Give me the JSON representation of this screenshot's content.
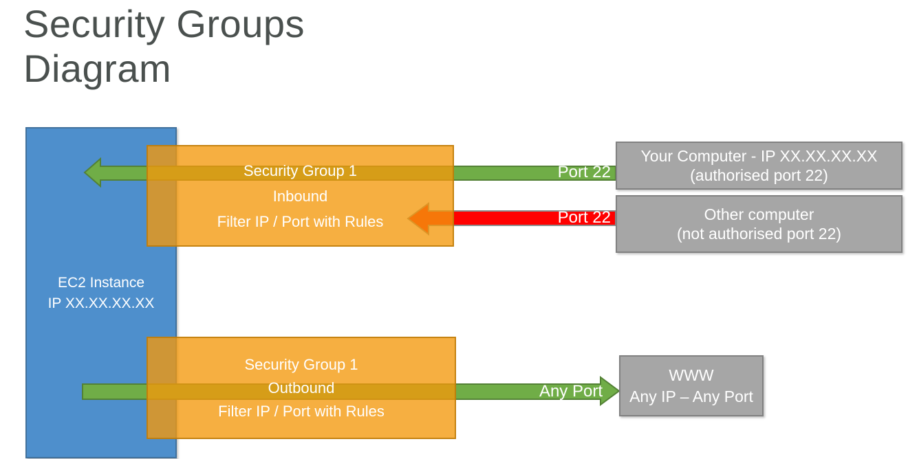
{
  "title": {
    "line1": "Security Groups",
    "line2": "Diagram"
  },
  "ec2_box": {
    "line1": "EC2 Instance",
    "line2": "IP XX.XX.XX.XX"
  },
  "inbound_group": {
    "line1": "Security Group 1",
    "line2": "Inbound",
    "line3": "Filter IP / Port with Rules"
  },
  "outbound_group": {
    "line1": "Security Group 1",
    "line2": "Outbound",
    "line3": "Filter IP / Port with Rules"
  },
  "labels": {
    "inbound_allowed_port": "Port 22",
    "inbound_denied_port": "Port 22",
    "outbound_port": "Any Port"
  },
  "your_computer_box": {
    "line1": "Your Computer - IP XX.XX.XX.XX",
    "line2": "(authorised port 22)"
  },
  "other_computer_box": {
    "line1": "Other computer",
    "line2": "(not authorised port 22)"
  },
  "www_box": {
    "line1": "WWW",
    "line2": "Any IP – Any Port"
  },
  "colors": {
    "title_color": "#4A504E",
    "blue_fill": "#4E8FCC",
    "blue_border": "#41719C",
    "orange_fill": "rgba(243,153,11,0.78)",
    "orange_border": "rgba(188,122,8,0.85)",
    "green_fill": "#70AD47",
    "green_border": "#538135",
    "red_fill": "#FF0000",
    "red_border": "#8A8A8A",
    "gray_fill": "#A6A6A6",
    "gray_border": "#818181",
    "label_text": "#FFFFFF"
  }
}
